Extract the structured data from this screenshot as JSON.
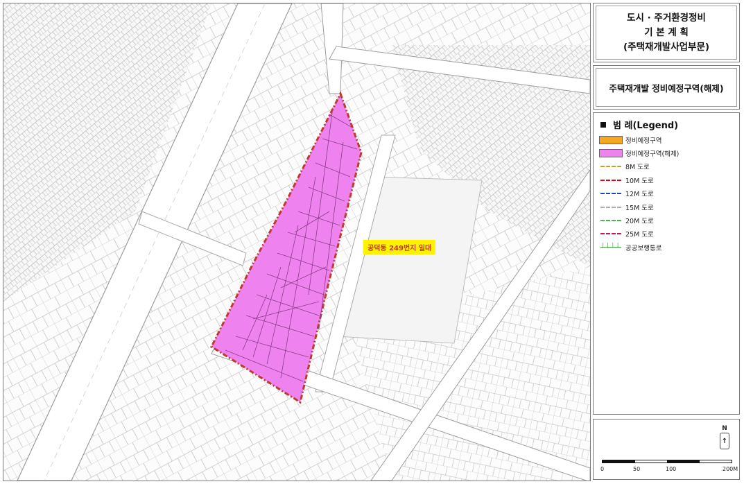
{
  "title": {
    "line1": "도시 · 주거환경정비",
    "line2": "기 본 계 획",
    "line3": "(주택재개발사업부문)"
  },
  "subtitle": "주택재개발 정비예정구역(해제)",
  "legend": {
    "title": "범    례(Legend)",
    "items": [
      {
        "label": "정비예정구역",
        "kind": "fill",
        "color": "#f5a623"
      },
      {
        "label": "정비예정구역(해제)",
        "kind": "fill",
        "color": "#ee82ee"
      },
      {
        "label": "8M 도로",
        "kind": "line",
        "color": "#c9a227"
      },
      {
        "label": "10M 도로",
        "kind": "line",
        "color": "#d0021b"
      },
      {
        "label": "12M 도로",
        "kind": "line",
        "color": "#1f3fbf"
      },
      {
        "label": "15M 도로",
        "kind": "line",
        "color": "#aaaaaa"
      },
      {
        "label": "20M 도로",
        "kind": "line",
        "color": "#4caf50"
      },
      {
        "label": "25M 도로",
        "kind": "line",
        "color": "#c2185b"
      },
      {
        "label": "공공보행통로",
        "kind": "walk",
        "color": "#3a9d3a"
      }
    ]
  },
  "map": {
    "area_label": "공덕동 249번지 일대",
    "district_fill": "#ee82ee",
    "district_outline": "#c0392b"
  },
  "north_label": "N",
  "scale_labels": [
    "0",
    "50",
    "100",
    "200M"
  ]
}
